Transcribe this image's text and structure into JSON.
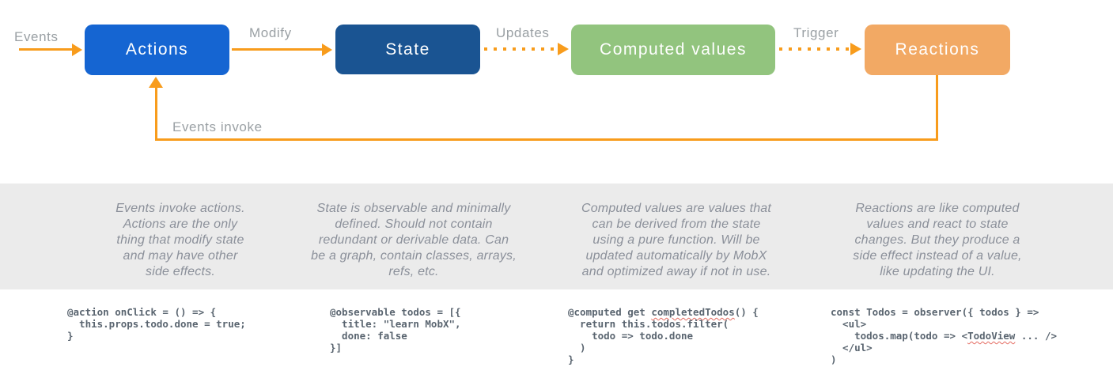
{
  "diagram": {
    "nodes": [
      {
        "id": "actions",
        "label": "Actions",
        "color": "#1565d2"
      },
      {
        "id": "state",
        "label": "State",
        "color": "#1a5492"
      },
      {
        "id": "computed",
        "label": "Computed values",
        "color": "#92c47e"
      },
      {
        "id": "reactions",
        "label": "Reactions",
        "color": "#f2a964"
      }
    ],
    "edge_labels": {
      "events": "Events",
      "modify": "Modify",
      "updates": "Updates",
      "trigger": "Trigger",
      "events_invoke": "Events invoke"
    },
    "arrow_color": "#f89c1c",
    "edge_label_color": "#9aa0a4"
  },
  "descriptions": [
    {
      "text": "Events invoke actions.\nActions are the only\nthing that modify state\nand may have other\nside effects."
    },
    {
      "text": "State is observable and minimally\ndefined. Should not contain\nredundant or derivable data. Can\nbe a graph, contain classes, arrays,\nrefs, etc."
    },
    {
      "text": "Computed values are values that\ncan be derived from the state\nusing a pure function. Will be\nupdated automatically by MobX\nand optimized away if not in use."
    },
    {
      "text": "Reactions are like computed\nvalues and react to state\nchanges. But they produce a\nside effect instead of a value,\nlike updating the UI."
    }
  ],
  "descriptions_band_color": "#ebebeb",
  "code_color": "#5a6570",
  "spellcheck_underline_color": "#e46a60",
  "code_blocks": [
    {
      "text": "@action onClick = () => {\n  this.props.todo.done = true;\n}"
    },
    {
      "text": "@observable todos = [{\n  title: \"learn MobX\",\n  done: false\n}]"
    },
    {
      "before": "@computed get ",
      "word": "completedTodos",
      "after": "() {\n  return this.todos.filter(\n    todo => todo.done\n  )\n}"
    },
    {
      "before": "const Todos = observer({ todos } =>\n  <ul>\n    todos.map(todo => <",
      "word": "TodoView",
      "after": " ... />\n  </ul>\n)"
    }
  ]
}
